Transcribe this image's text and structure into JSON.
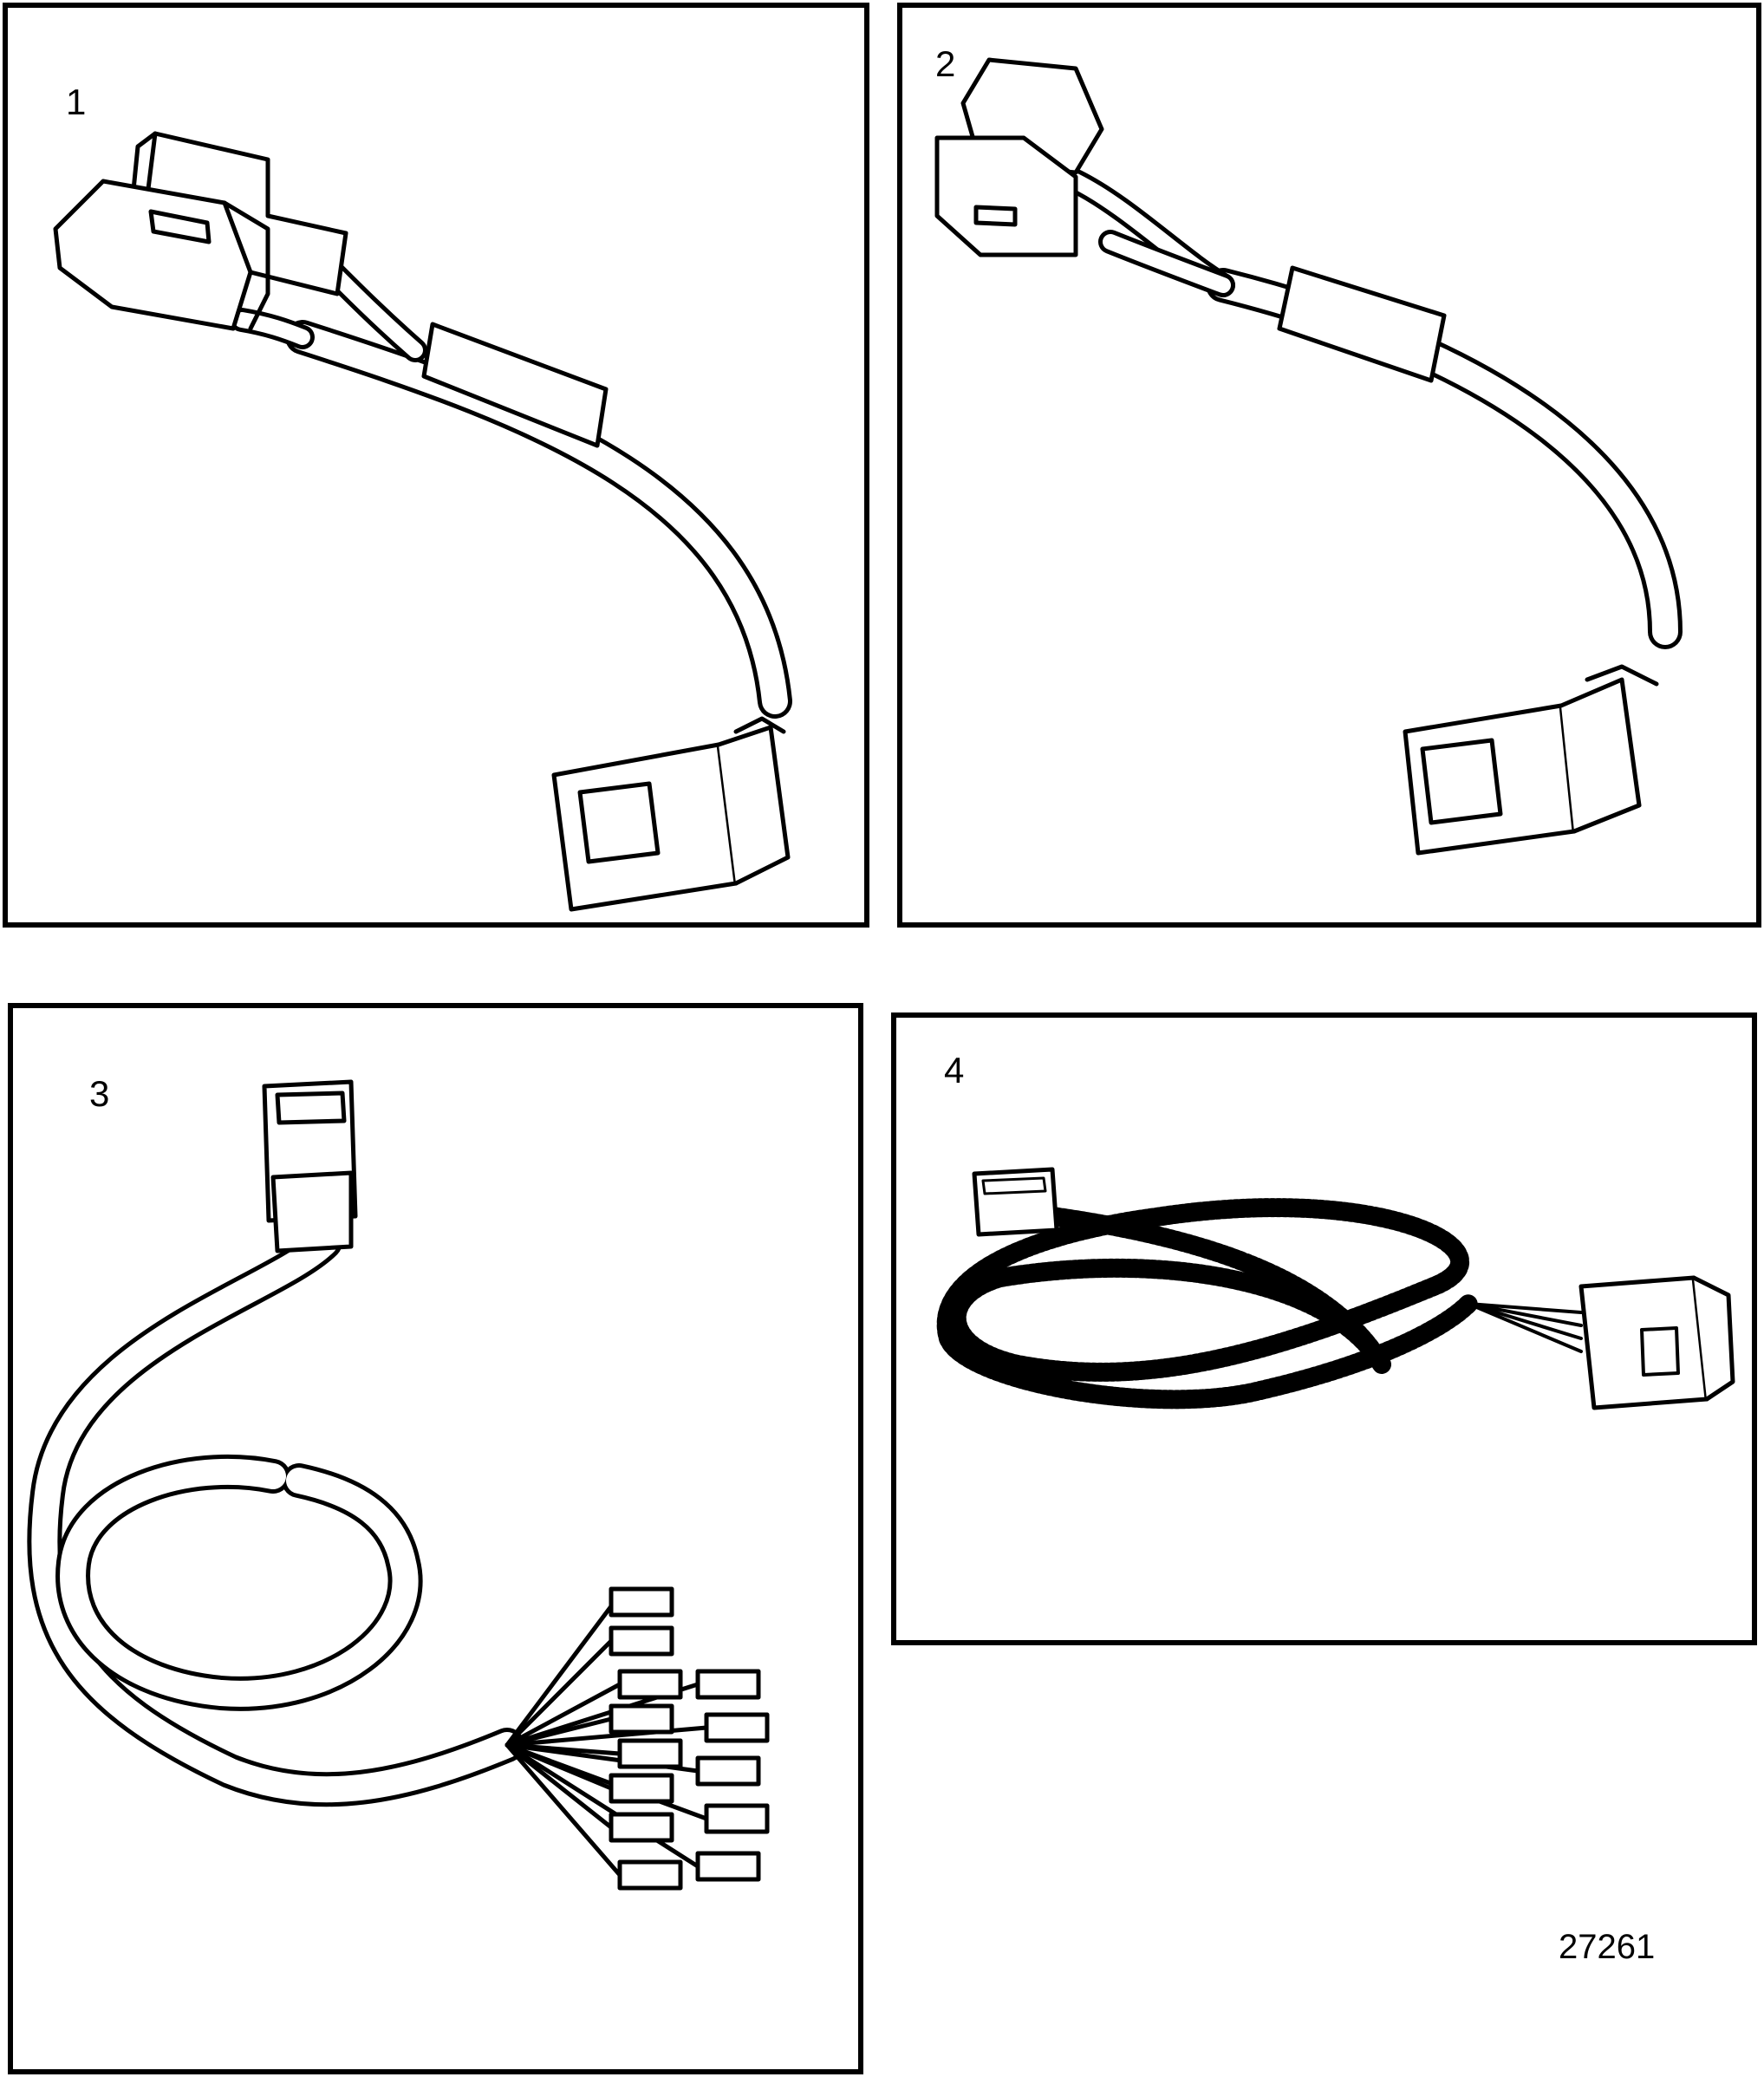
{
  "panels": [
    {
      "number": "1"
    },
    {
      "number": "2"
    },
    {
      "number": "3"
    },
    {
      "number": "4"
    }
  ],
  "figure_id": "27261",
  "colors": {
    "line": "#000000",
    "background": "#ffffff"
  }
}
